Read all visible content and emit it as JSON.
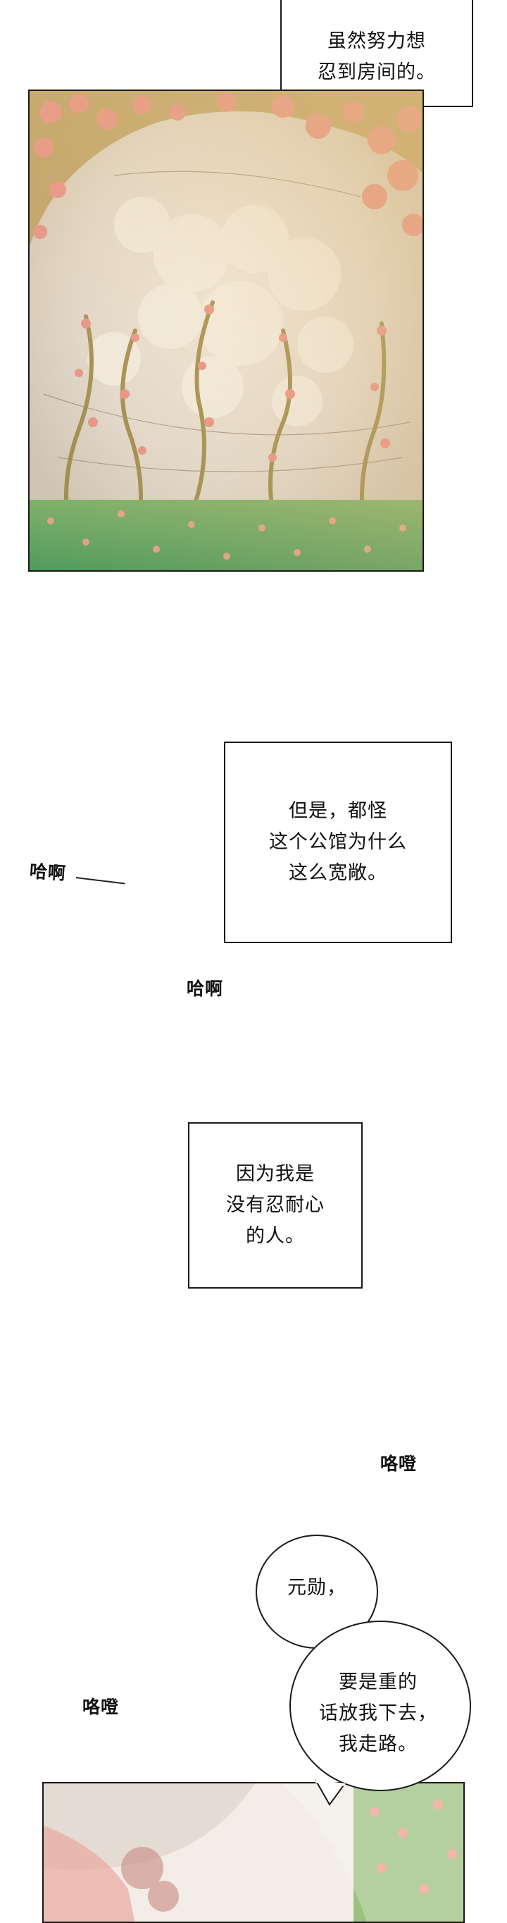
{
  "narration": {
    "top": "虽然努力想\n忍到房间的。",
    "box1": "但是，都怪\n这个公馆为什么\n这么宽敞。",
    "box2": "因为我是\n没有忍耐心\n的人。"
  },
  "sfx": {
    "s1": "哈啊",
    "s2": "哈啊",
    "s3": "咯噔",
    "s4": "咯噔"
  },
  "bubbles": {
    "b1": "元勋，",
    "b2": "要是重的\n话放我下去，\n我走路。"
  },
  "colors": {
    "ink": "#111111",
    "rose": "#e8908a",
    "gold": "#c9a660",
    "grass": "#5fa860",
    "canopy": "#e9e4df"
  }
}
